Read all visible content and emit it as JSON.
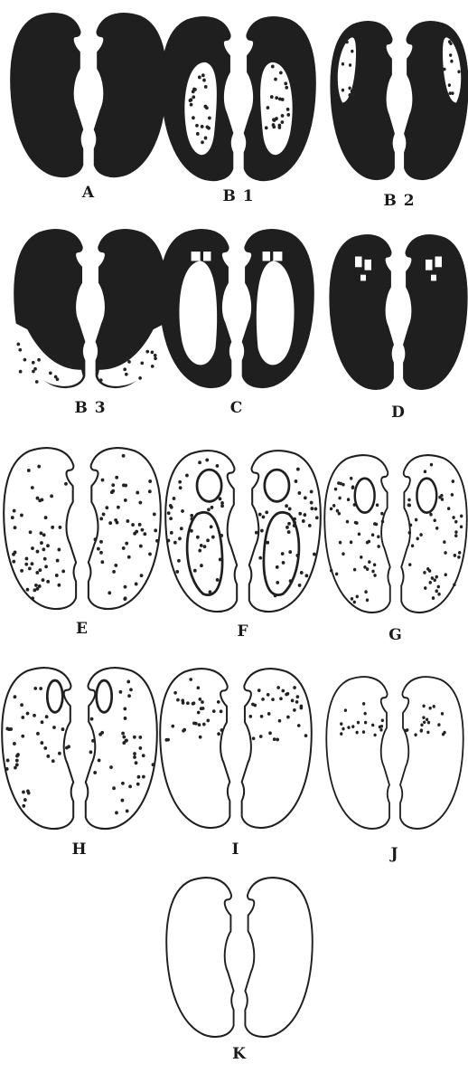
{
  "colors": {
    "ink": "#1f1f1f",
    "paper": "#ffffff",
    "dot": "#222222"
  },
  "panels": [
    {
      "label": "A",
      "style": "dark-solid"
    },
    {
      "label": "B 1",
      "style": "dark-light-center"
    },
    {
      "label": "B 2",
      "style": "dark-light-top-outer"
    },
    {
      "label": "B 3",
      "style": "dark-light-bottom-rim"
    },
    {
      "label": "C",
      "style": "dark-hollow-center"
    },
    {
      "label": "D",
      "style": "dark-small-holes"
    },
    {
      "label": "E",
      "style": "dotted-full"
    },
    {
      "label": "F",
      "style": "dotted-rings"
    },
    {
      "label": "G",
      "style": "dotted-top-holes"
    },
    {
      "label": "H",
      "style": "dotted-sparse"
    },
    {
      "label": "I",
      "style": "dotted-top-half"
    },
    {
      "label": "J",
      "style": "dotted-top-small"
    },
    {
      "label": "K",
      "style": "outline"
    }
  ]
}
